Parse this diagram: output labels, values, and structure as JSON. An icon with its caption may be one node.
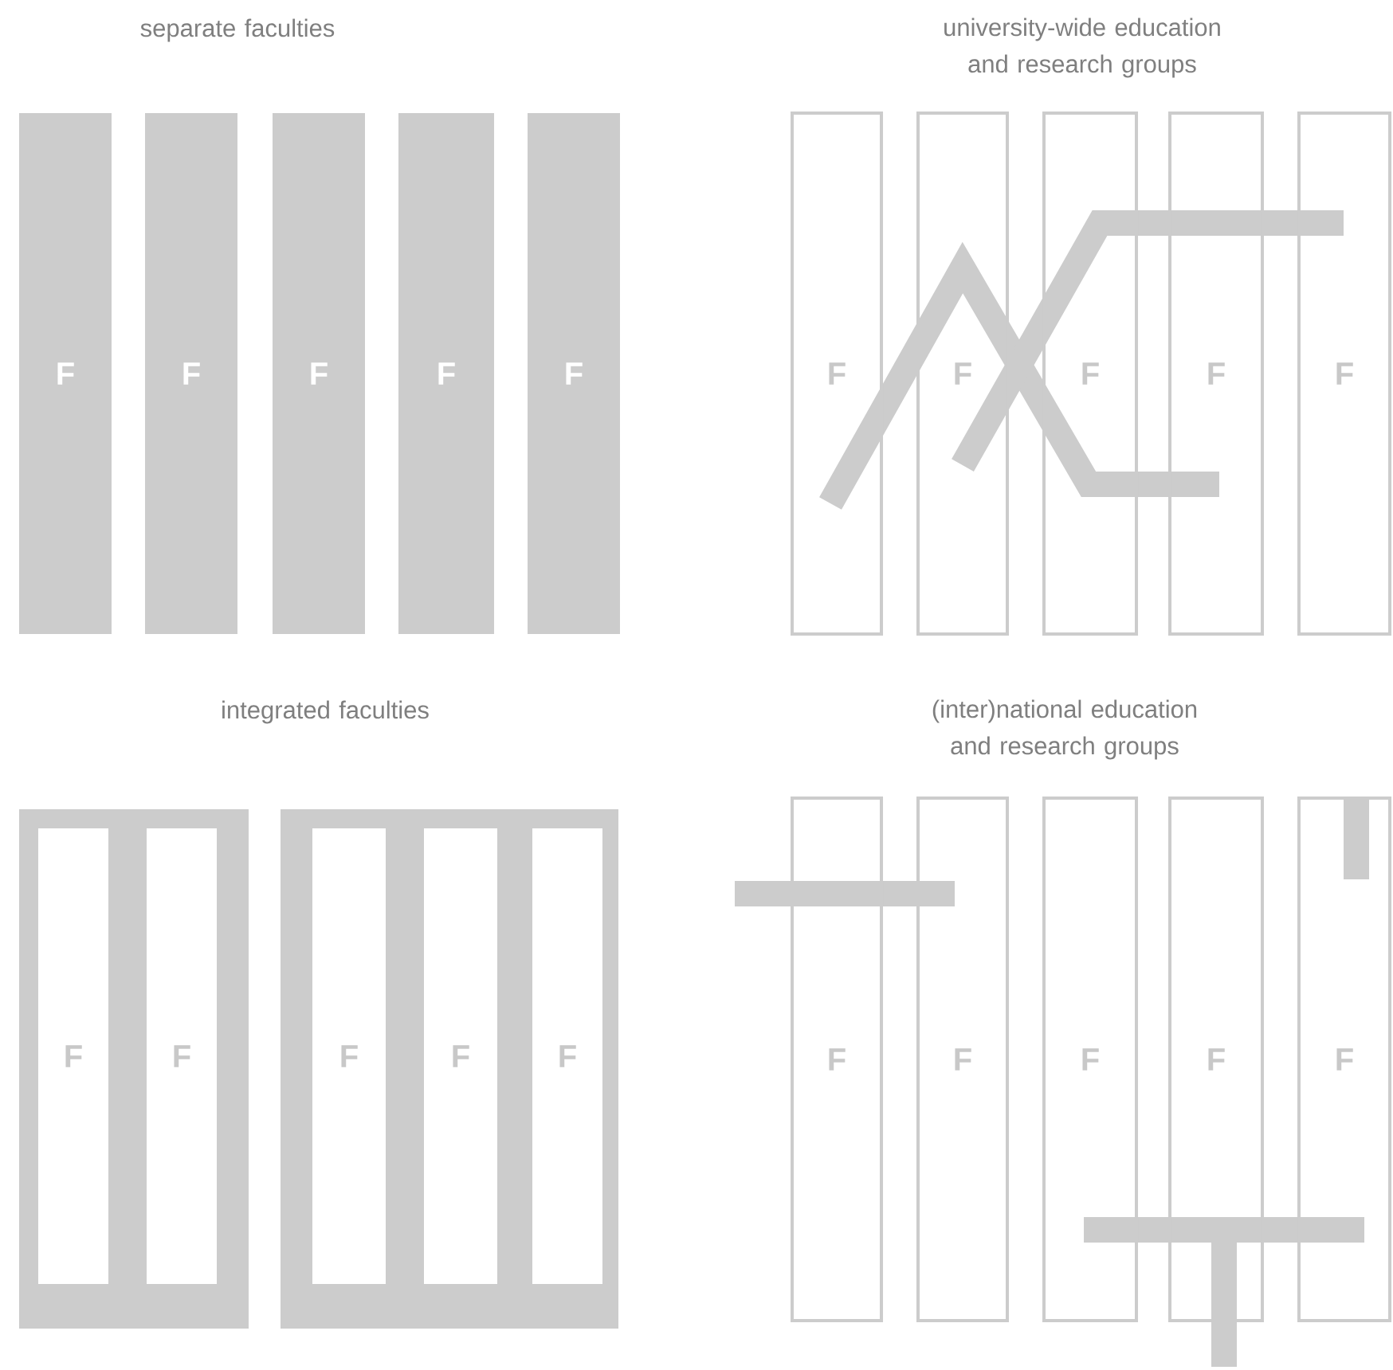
{
  "diagram": {
    "nodes": [
      {
        "text": [
          "F"
        ]
      },
      {
        "text": [
          "F"
        ]
      },
      {
        "text": [
          "F"
        ]
      },
      {
        "text": [
          "F"
        ]
      },
      {
        "text": [
          "F"
        ]
      },
      {
        "text": [
          "F"
        ]
      },
      {
        "text": [
          "F"
        ]
      },
      {
        "text": [
          "F"
        ]
      },
      {
        "text": [
          "F"
        ]
      },
      {
        "text": [
          "F"
        ]
      },
      {
        "text": [],
        "shape": "box"
      },
      {
        "text": [
          "F"
        ],
        "in": 10
      },
      {
        "text": [
          "F"
        ],
        "in": 10
      },
      {
        "text": [],
        "shape": "box"
      },
      {
        "text": [
          "F"
        ],
        "in": 13
      },
      {
        "text": [
          "F"
        ],
        "in": 13
      },
      {
        "text": [
          "F"
        ],
        "in": 13
      },
      {
        "text": [
          "F"
        ]
      },
      {
        "text": [
          "F"
        ]
      },
      {
        "text": [
          "F"
        ]
      },
      {
        "text": [
          "F"
        ]
      },
      {
        "text": [
          "F"
        ]
      }
    ],
    "labels": [
      "separate faculties",
      "university-wide  education and research groups",
      "integrated faculties",
      "(inter)national education and research groups"
    ]
  }
}
